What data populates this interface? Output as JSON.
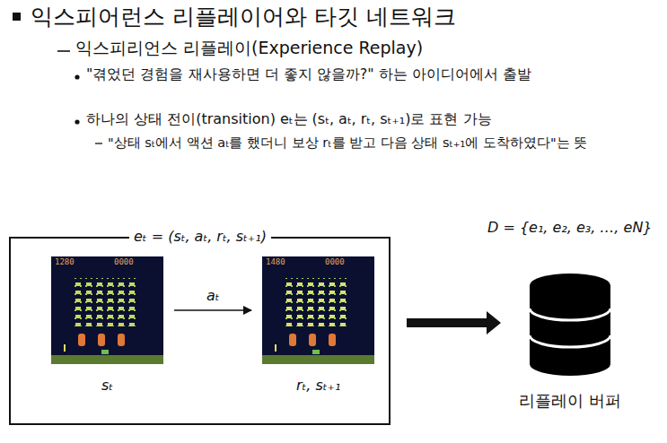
{
  "diagram": {
    "title": "익스피어런스 리플레이어와 타깃 네트워크",
    "nodes": [
      {
        "text": [
          "eₜ = (sₜ, aₜ, rₜ, sₜ₊₁)"
        ]
      },
      {
        "text": [
          "sₜ"
        ],
        "in": 0
      },
      {
        "text": [
          "rₜ, sₜ₊₁"
        ],
        "in": 0
      },
      {
        "text": [
          "D = {e₁, e₂, e₃, …, eN}",
          "리플레이 버퍼"
        ]
      }
    ],
    "edges": [
      {
        "from": 1,
        "to": 2,
        "label": "aₜ",
        "arrow": "to"
      },
      {
        "from": 0,
        "to": 3,
        "arrow": "to"
      }
    ],
    "labels": [
      "익스피리언스 리플레이(Experience Replay)",
      "\"겪었던 경험을 재사용하면 더 좋지 않을까?\" 하는 아이디어에서 출발",
      "하나의 상태 전이(transition) eₜ는 (sₜ, aₜ, rₜ, sₜ₊₁)로 표현 가능",
      "\"상태 sₜ에서 액션 aₜ를 했더니 보상 rₜ를 받고 다음 상태 sₜ₊₁에 도착하였다\"는 뜻",
      "1280",
      "0000",
      "1480",
      "0000"
    ]
  }
}
